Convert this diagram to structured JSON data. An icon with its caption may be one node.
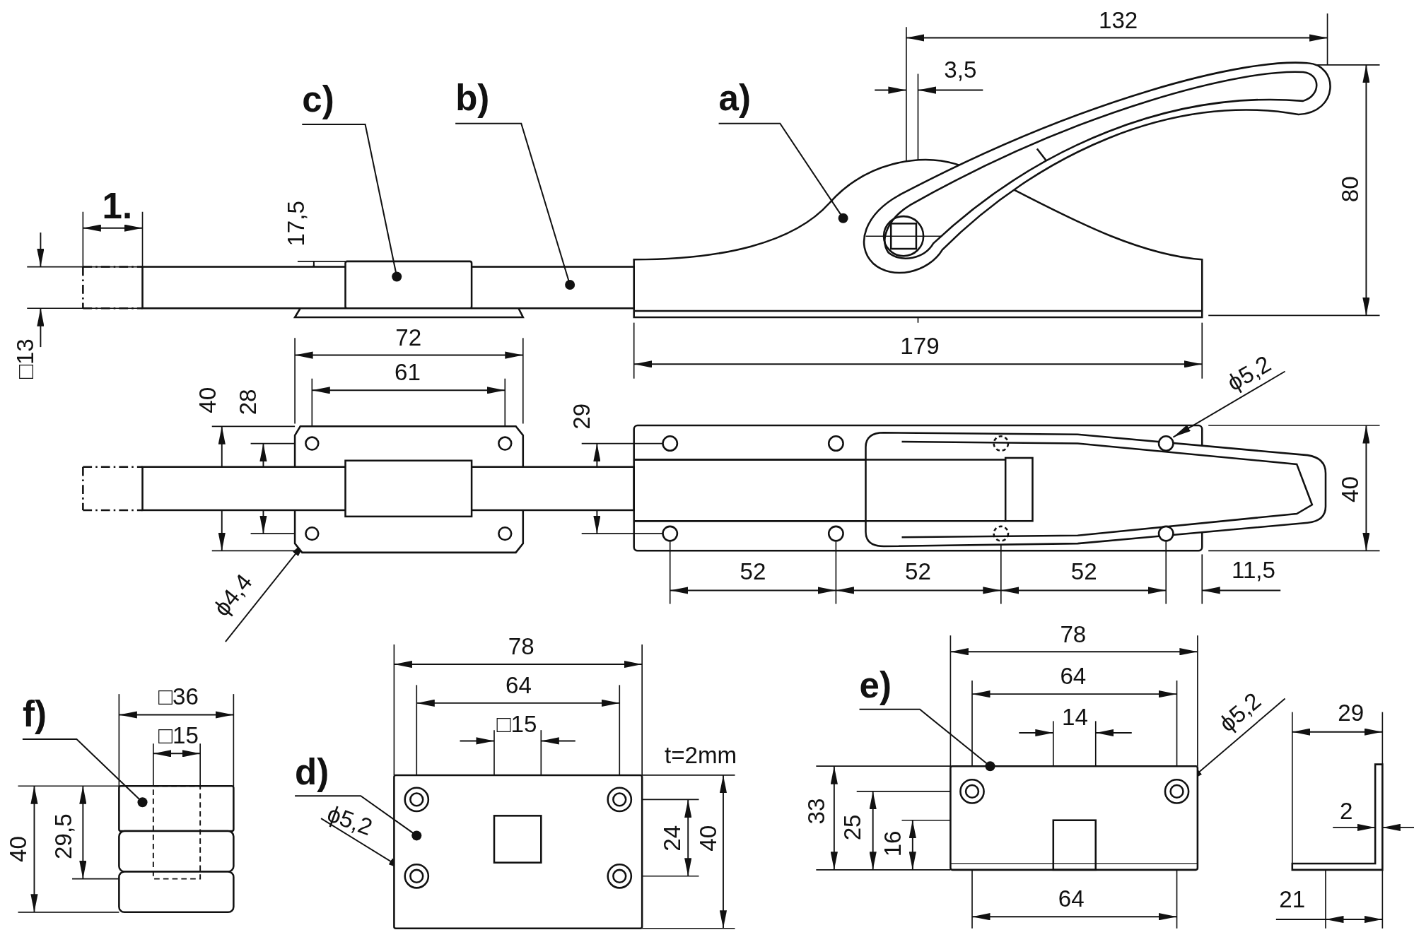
{
  "diagram": {
    "nodes": [
      {
        "text": [
          "a)"
        ]
      },
      {
        "text": [
          "b)"
        ]
      },
      {
        "text": [
          "c)"
        ]
      },
      {
        "text": [
          "d)"
        ]
      },
      {
        "text": [
          "e)"
        ]
      },
      {
        "text": [
          "f)"
        ]
      },
      {
        "text": [],
        "shape": "picture"
      },
      {
        "text": [],
        "shape": "bar"
      },
      {
        "text": [],
        "shape": "box"
      },
      {
        "text": [],
        "shape": "box"
      },
      {
        "text": [],
        "shape": "box"
      },
      {
        "text": [],
        "shape": "box"
      }
    ],
    "edges": [
      {
        "from": 0,
        "to": 6,
        "arrow": "other"
      },
      {
        "from": 1,
        "to": 7,
        "arrow": "other"
      },
      {
        "from": 2,
        "to": 8,
        "arrow": "other"
      },
      {
        "from": 3,
        "to": 9,
        "arrow": "other"
      },
      {
        "from": 4,
        "to": 10,
        "arrow": "other"
      },
      {
        "from": 5,
        "to": 11,
        "arrow": "other"
      }
    ],
    "labels": [
      "132",
      "3,5",
      "80",
      "17,5",
      "1.",
      "□13",
      "179",
      "72",
      "61",
      "40",
      "28",
      "29",
      "ϕ5,2",
      "40",
      "52",
      "52",
      "52",
      "11,5",
      "ϕ4,4",
      "78",
      "64",
      "□15",
      "t=2mm",
      "24",
      "40",
      "ϕ5,2",
      "□36",
      "□15",
      "40",
      "29,5",
      "78",
      "64",
      "14",
      "ϕ5,2",
      "33",
      "25",
      "16",
      "64",
      "29",
      "2",
      "21"
    ]
  }
}
